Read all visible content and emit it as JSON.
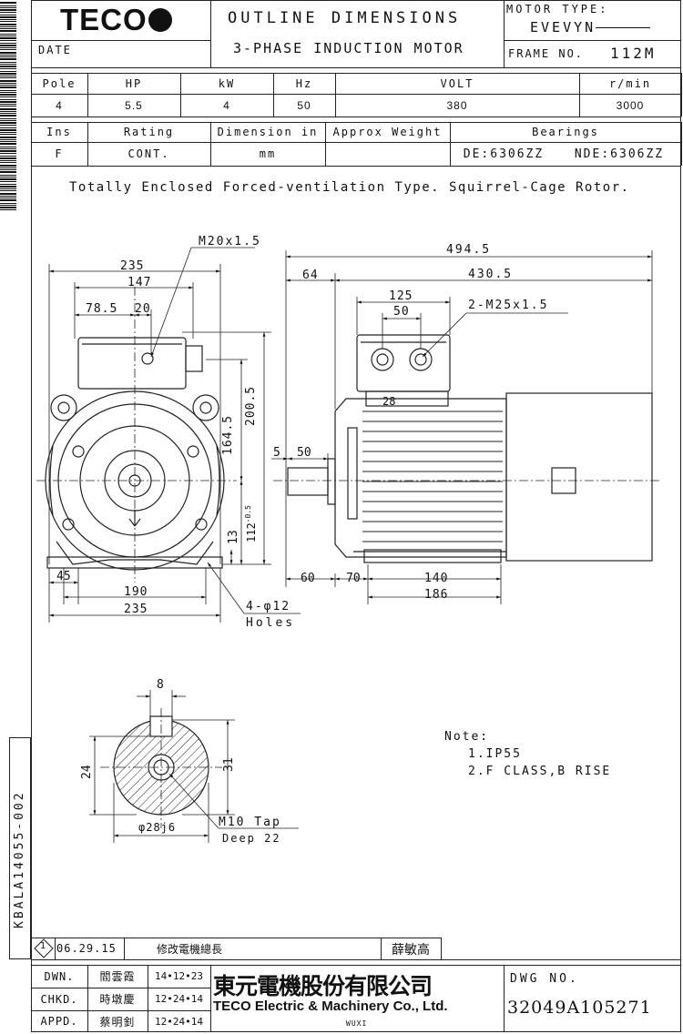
{
  "header": {
    "logo": "TECO",
    "title_line1": "OUTLINE DIMENSIONS",
    "title_line2": "3-PHASE INDUCTION MOTOR",
    "date_label": "DATE",
    "motor_type_label": "MOTOR TYPE:",
    "motor_type_value": "EVEVYN",
    "frame_label": "FRAME NO.",
    "frame_value": "112M"
  },
  "specs": {
    "row1_headers": [
      "Pole",
      "HP",
      "kW",
      "Hz",
      "VOLT",
      "r/min"
    ],
    "row1_values": [
      "4",
      "5.5",
      "4",
      "50",
      "380",
      "3000"
    ],
    "row2_headers": [
      "Ins",
      "Rating",
      "Dimension in",
      "Approx Weight",
      "Bearings"
    ],
    "row2_values": [
      "F",
      "CONT.",
      "mm",
      "",
      "DE:6306ZZ",
      "NDE:6306ZZ"
    ]
  },
  "description": "Totally Enclosed Forced-ventilation Type. Squirrel-Cage Rotor.",
  "front_view": {
    "m20": "M20x1.5",
    "d235_top": "235",
    "d147": "147",
    "d78_5": "78.5",
    "d20": "20",
    "d164_5": "164.5",
    "d200_5": "200.5",
    "d112": "112",
    "d112_tol": "-0.5",
    "d13": "13",
    "d45": "45",
    "d190": "190",
    "d235_bottom": "235",
    "holes_count": "4-φ12",
    "holes_label": "Holes"
  },
  "side_view": {
    "d494_5": "494.5",
    "d64": "64",
    "d430_5": "430.5",
    "d125": "125",
    "d50_box": "50",
    "m25": "2-M25x1.5",
    "d28": "28",
    "d5": "5",
    "d50_shaft": "50",
    "d60": "60",
    "d70": "70",
    "d140": "140",
    "d186": "186"
  },
  "shaft_detail": {
    "d8": "8",
    "d24": "24",
    "d31": "31",
    "d28j6": "φ28j6",
    "tap": "M10 Tap",
    "deep": "Deep 22"
  },
  "notes": {
    "title": "Note:",
    "items": [
      "1.IP55",
      "2.F CLASS,B RISE"
    ]
  },
  "side_code": "KBALA14055-002",
  "revision": {
    "mark": "1",
    "date": "06.29.15",
    "desc": "修改電機總長",
    "by": "薛敏高"
  },
  "title_block": {
    "rows": [
      {
        "role": "DWN.",
        "name": "閻雲霞",
        "date": "14•12•23"
      },
      {
        "role": "CHKD.",
        "name": "時墩慶",
        "date": "12•24•14"
      },
      {
        "role": "APPD.",
        "name": "蔡明釗",
        "date": "12•24•14"
      }
    ],
    "company_cn": "東元電機股份有限公司",
    "company_en": "TECO Electric & Machinery Co., Ltd.",
    "city": "WUXI",
    "dwg_label": "DWG NO.",
    "dwg_no": "32049A105271"
  }
}
